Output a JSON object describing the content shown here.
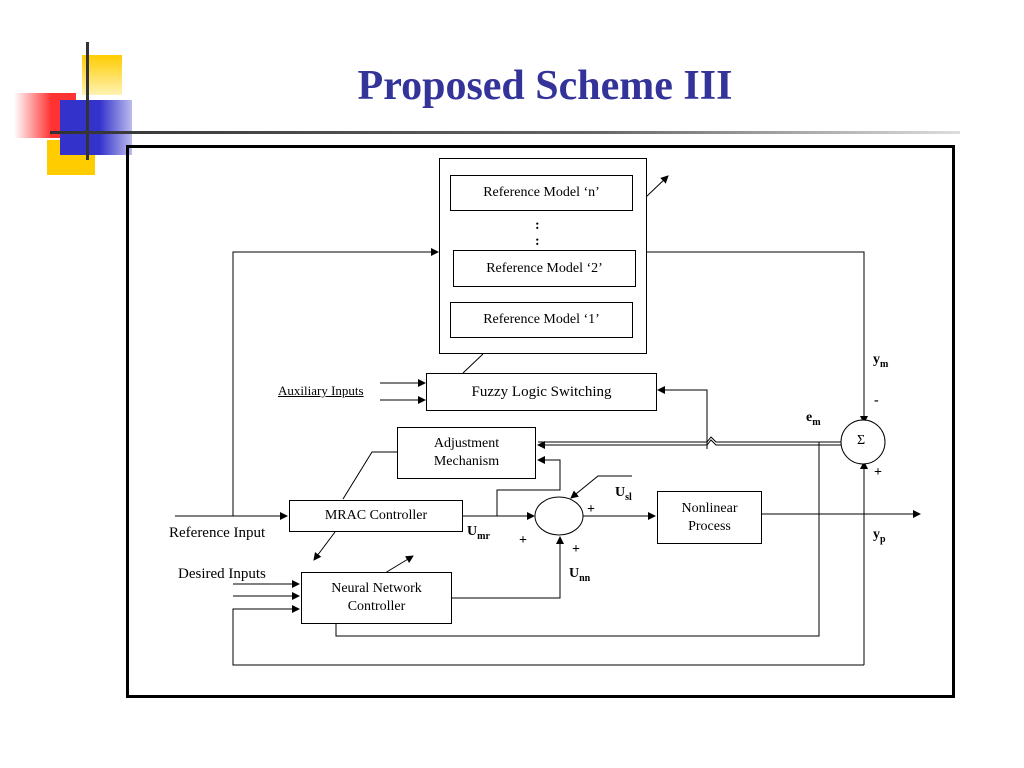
{
  "slide": {
    "title": "Proposed Scheme III"
  },
  "colors": {
    "title": "#333399",
    "deco_red": "#ff3333",
    "deco_yellow": "#ffcc00",
    "deco_blue": "#3333cc",
    "deco_line": "#333333"
  },
  "diagram": {
    "reference_models": [
      "Reference Model ‘n’",
      "Reference Model ‘2’",
      "Reference Model ‘1’"
    ],
    "ellipsis": ":",
    "fuzzy_switching": "Fuzzy Logic Switching",
    "auxiliary_inputs": "Auxiliary Inputs",
    "adjustment": [
      "Adjustment",
      "Mechanism"
    ],
    "mrac_controller": "MRAC Controller",
    "reference_input": "Reference Input",
    "desired_inputs": "Desired Inputs",
    "neural_network": [
      "Neural Network",
      "Controller"
    ],
    "nonlinear_process": [
      "Nonlinear",
      "Process"
    ],
    "sigma": "Σ",
    "signals": {
      "ym_main": "y",
      "ym_sub": "m",
      "yp_main": "y",
      "yp_sub": "p",
      "em_main": "e",
      "em_sub": "m",
      "usl_main": "U",
      "usl_sub": "sl",
      "umr_main": "U",
      "umr_sub": "mr",
      "unn_main": "U",
      "unn_sub": "nn"
    },
    "signs": {
      "minus": "-",
      "plus_sum_bottom": "+",
      "plus_usl": "+",
      "plus_umr": "+",
      "plus_unn": "+"
    }
  }
}
